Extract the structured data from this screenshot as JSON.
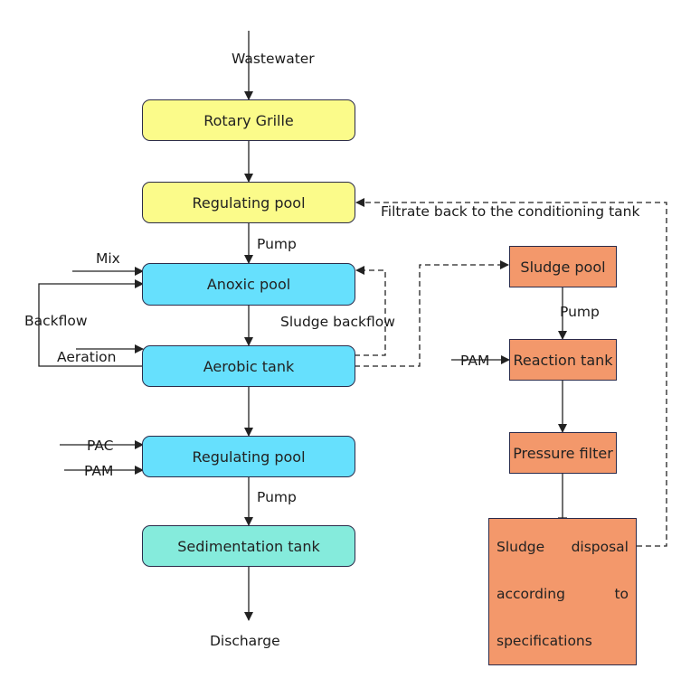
{
  "colors": {
    "yellow": "#fbfb8a",
    "blue": "#66e0fd",
    "teal": "#85ebdc",
    "orange": "#f3986b",
    "stroke": "#2b2b4a",
    "line": "#222222"
  },
  "main_flow": {
    "input_label": "Wastewater",
    "rotary_grille": "Rotary Grille",
    "regulating_pool_1": "Regulating pool",
    "pump_1": "Pump",
    "anoxic_pool": "Anoxic pool",
    "aerobic_tank": "Aerobic tank",
    "regulating_pool_2": "Regulating pool",
    "pump_2": "Pump",
    "sedimentation_tank": "Sedimentation tank",
    "output_label": "Discharge"
  },
  "inputs": {
    "mix": "Mix",
    "backflow": "Backflow",
    "aeration": "Aeration",
    "pac": "PAC",
    "pam_main": "PAM",
    "sludge_backflow": "Sludge backflow",
    "filtrate_return": "Filtrate back to the conditioning tank"
  },
  "sludge_flow": {
    "sludge_pool": "Sludge pool",
    "pump": "Pump",
    "pam": "PAM",
    "reaction_tank": "Reaction tank",
    "pressure_filter": "Pressure filter",
    "disposal_lines": [
      [
        "Sludge",
        "disposal"
      ],
      [
        "according",
        "to"
      ],
      [
        "specifications"
      ]
    ]
  }
}
